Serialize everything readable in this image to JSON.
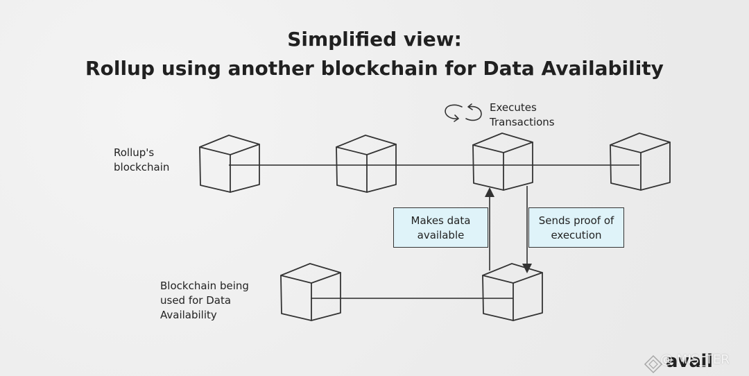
{
  "title": {
    "line1": "Simplified view:",
    "line2": "Rollup using another blockchain for Data Availability"
  },
  "labels": {
    "rollup_chain": "Rollup's blockchain",
    "da_chain": "Blockchain being used for Data Availability",
    "executes": "Executes Transactions"
  },
  "boxes": {
    "makes_data_available": "Makes data available",
    "sends_proof": "Sends proof of execution"
  },
  "nodes": {
    "rollup_blocks": [
      "block-1",
      "block-2",
      "block-3",
      "block-4"
    ],
    "da_blocks": [
      "da-block-1",
      "da-block-2"
    ]
  },
  "icons": [
    "cycle-arrows-icon",
    "arrow-up-icon",
    "arrow-down-icon",
    "avail-logo-icon"
  ],
  "colors": {
    "background": "#efefef",
    "box_fill": "#dff3f9",
    "ink": "#222222"
  },
  "brand": {
    "logo": "avail",
    "watermark": "@ MIS_TER"
  }
}
